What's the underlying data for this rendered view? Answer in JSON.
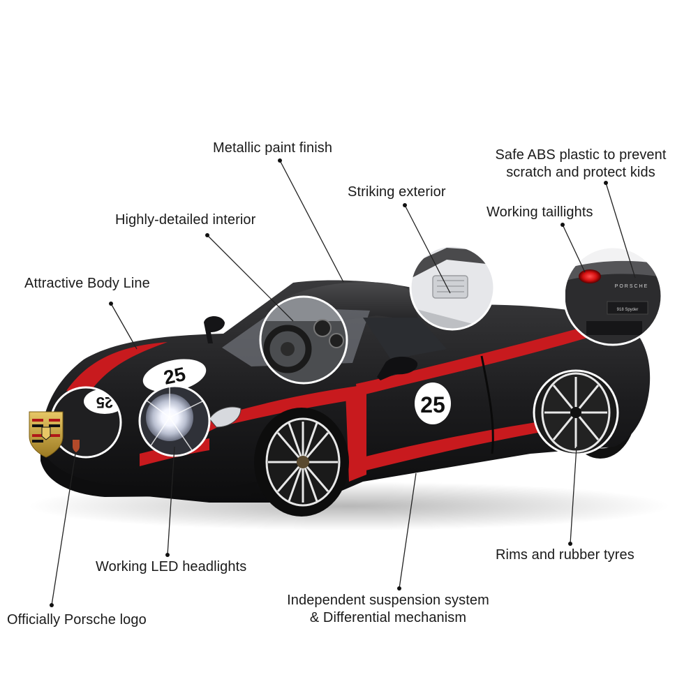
{
  "figure": {
    "subject": "Black and red Porsche 918 Spyder RC toy car with callout features",
    "colors": {
      "body": "#1c1c1e",
      "accent_red": "#c81a1e",
      "roundel": "#ffffff",
      "text": "#1a1a1a",
      "leader_line": "#222222"
    },
    "race_number": "25"
  },
  "callouts": [
    {
      "id": "metallic-paint",
      "text": "Metallic paint finish"
    },
    {
      "id": "safe-abs",
      "line1": "Safe ABS plastic to prevent",
      "line2": "scratch and protect kids"
    },
    {
      "id": "striking-exterior",
      "text": "Striking exterior"
    },
    {
      "id": "working-taillights",
      "text": "Working taillights"
    },
    {
      "id": "detailed-interior",
      "text": "Highly-detailed interior"
    },
    {
      "id": "body-line",
      "text": "Attractive Body Line"
    },
    {
      "id": "led-headlights",
      "text": "Working LED headlights"
    },
    {
      "id": "rims-tyres",
      "text": "Rims and rubber tyres"
    },
    {
      "id": "suspension",
      "line1": "Independent suspension system",
      "line2": "& Differential mechanism"
    },
    {
      "id": "porsche-logo",
      "text": "Officially Porsche logo"
    }
  ],
  "rear_badge": {
    "brand": "PORSCHE",
    "model": "918 Spyder"
  }
}
